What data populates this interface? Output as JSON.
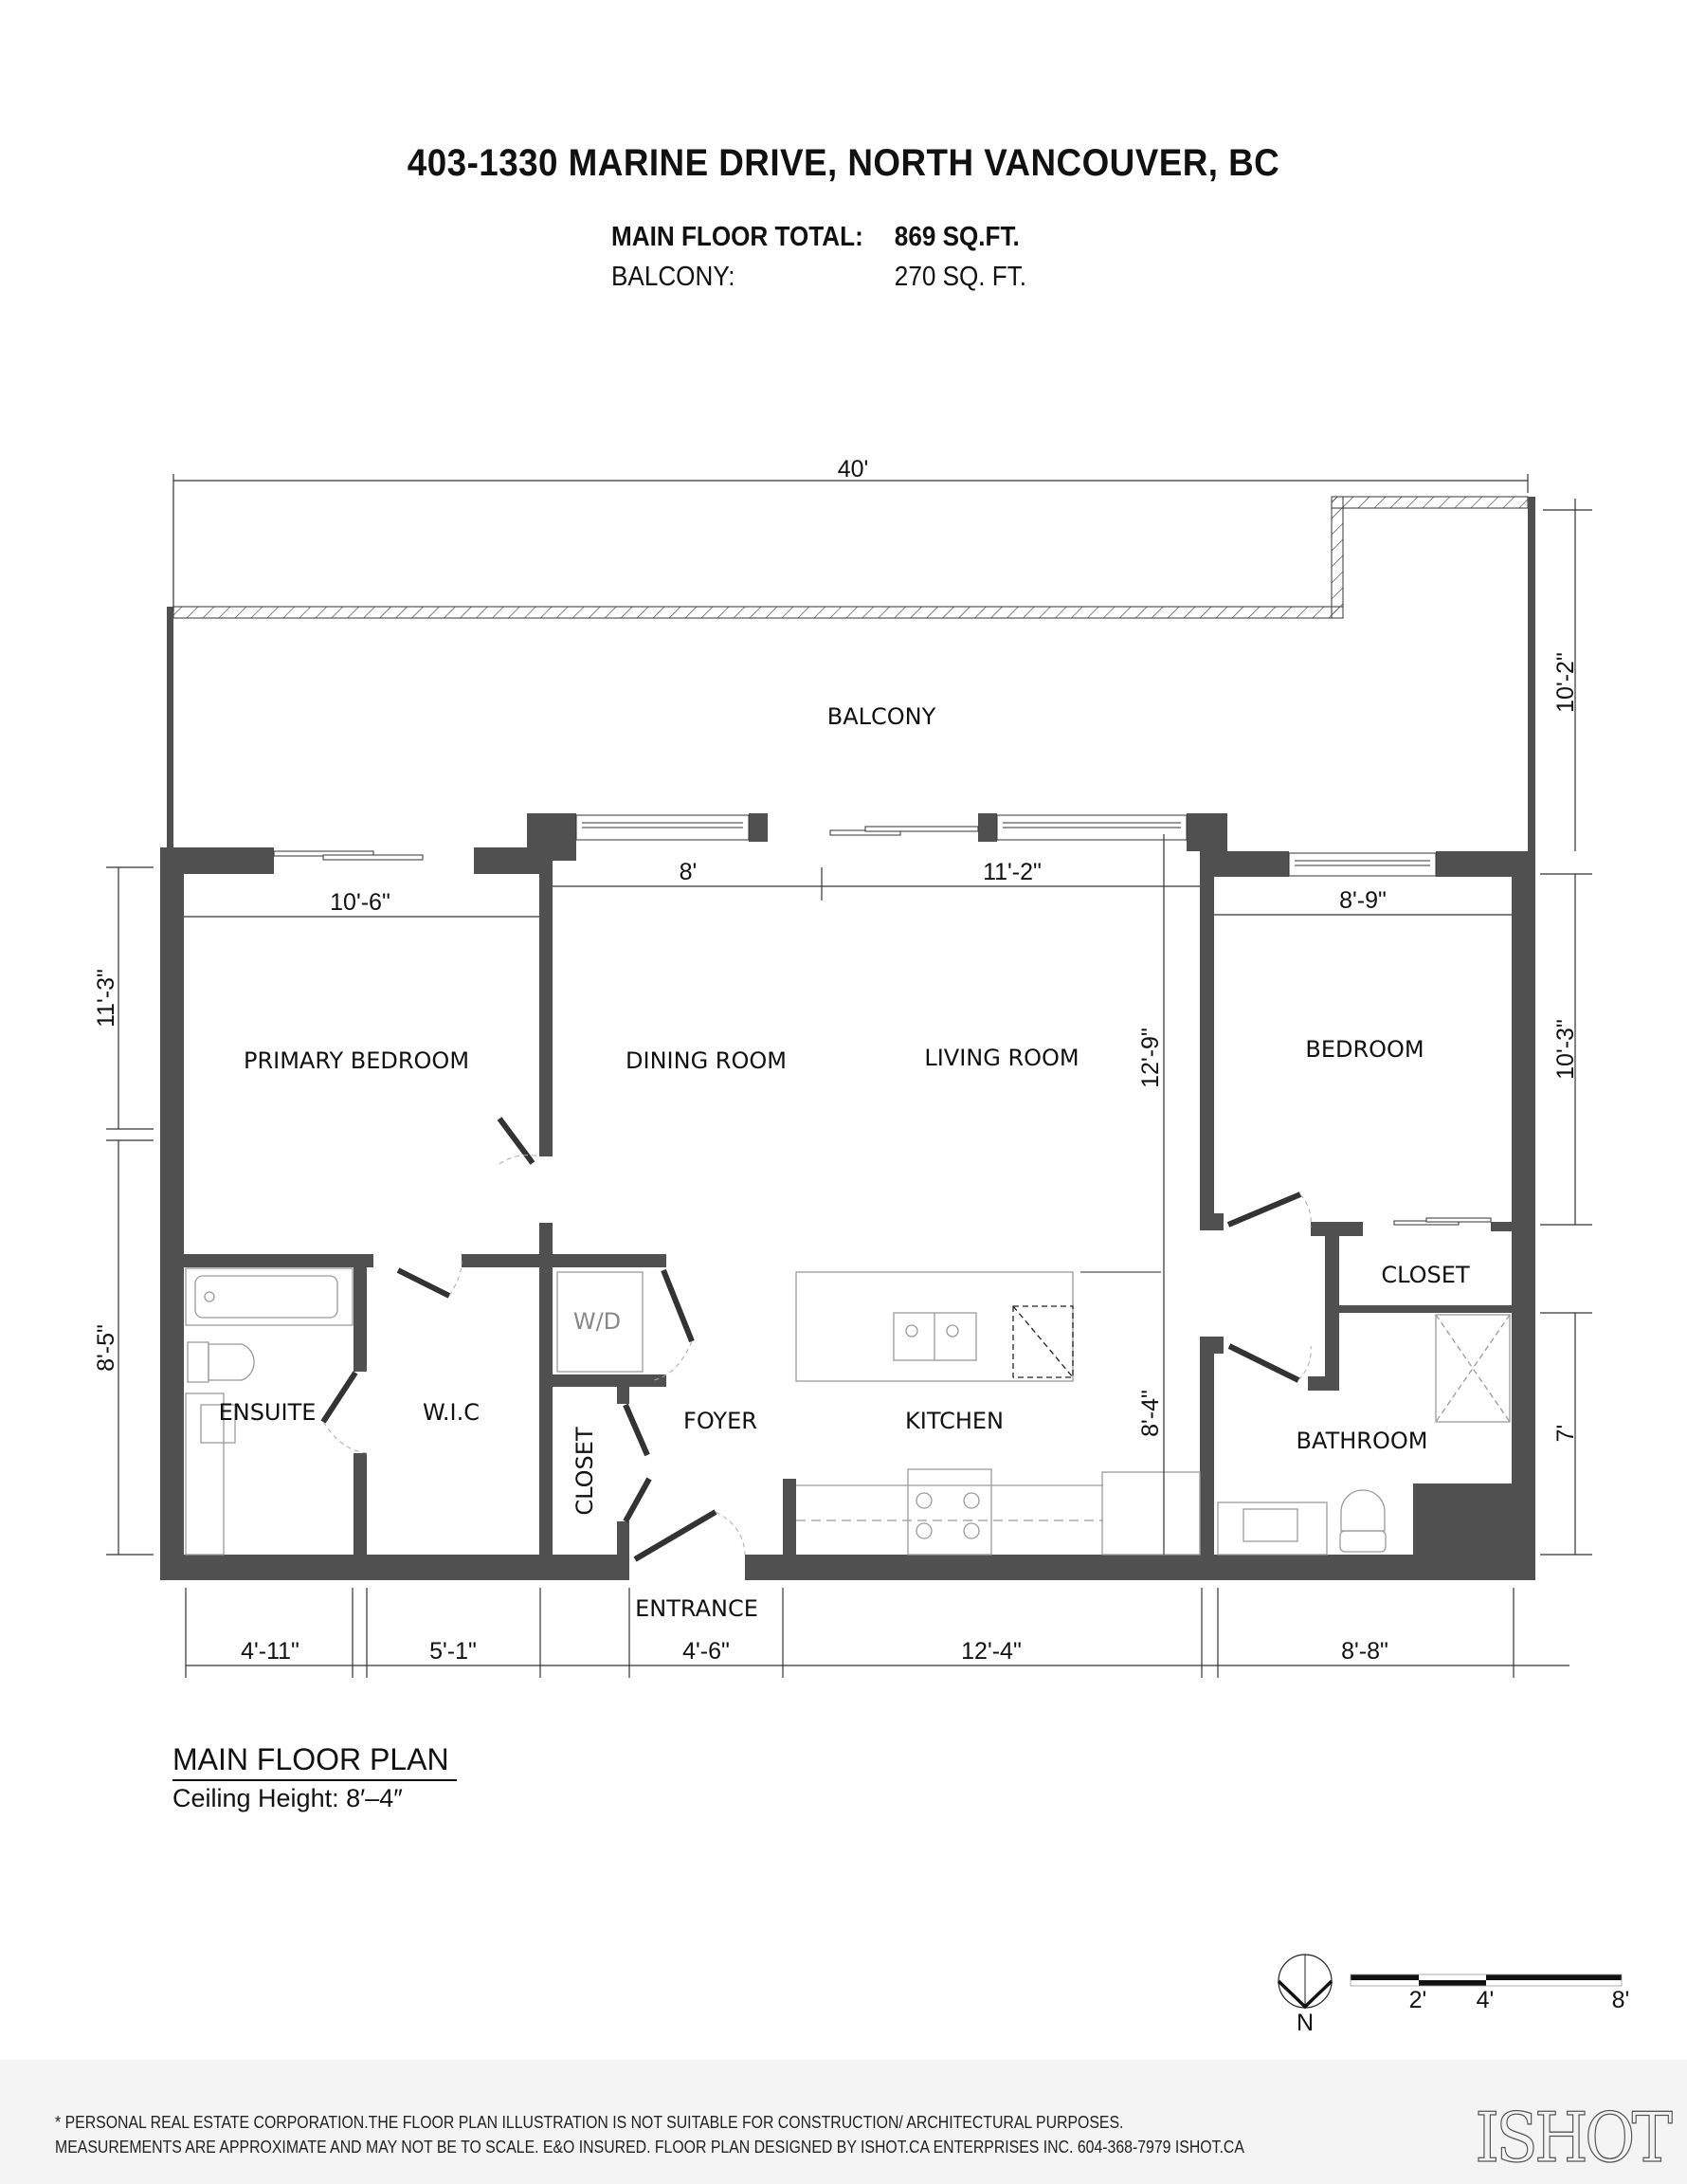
{
  "header": {
    "address": "403-1330 MARINE DRIVE, NORTH VANCOUVER, BC",
    "main_floor_label": "MAIN FLOOR TOTAL:",
    "main_floor_value": "869 SQ.FT.",
    "balcony_label": "BALCONY:",
    "balcony_value": "270 SQ. FT."
  },
  "rooms": {
    "balcony": "BALCONY",
    "primary_bedroom": "PRIMARY BEDROOM",
    "dining_room": "DINING ROOM",
    "living_room": "LIVING ROOM",
    "bedroom": "BEDROOM",
    "closet_bedroom": "CLOSET",
    "ensuite": "ENSUITE",
    "wic": "W.I.C",
    "wd": "W/D",
    "closet_foyer": "CLOSET",
    "foyer": "FOYER",
    "kitchen": "KITCHEN",
    "bathroom": "BATHROOM",
    "entrance": "ENTRANCE"
  },
  "dimensions": {
    "overall_width": "40'",
    "balcony_depth": "10'-2\"",
    "primary_bedroom_width": "10'-6\"",
    "dining_width": "8'",
    "living_width": "11'-2\"",
    "bedroom_width": "8'-9\"",
    "primary_bedroom_depth": "11'-3\"",
    "ensuite_depth": "8'-5\"",
    "living_depth": "12'-9\"",
    "kitchen_depth": "8'-4\"",
    "bedroom_depth": "10'-3\"",
    "bathroom_depth": "7'",
    "ensuite_width": "4'-11\"",
    "wic_width": "5'-1\"",
    "foyer_width": "4'-6\"",
    "kitchen_width": "12'-4\"",
    "bathroom_width": "8'-8\""
  },
  "legend": {
    "title": "MAIN FLOOR PLAN",
    "ceiling": "Ceiling Height: 8′–4″"
  },
  "scale_bar": {
    "north_label": "N",
    "ticks": [
      "2'",
      "4'",
      "8'"
    ]
  },
  "footer": {
    "line1": "* PERSONAL REAL ESTATE CORPORATION.THE FLOOR PLAN ILLUSTRATION IS NOT SUITABLE FOR CONSTRUCTION/ ARCHITECTURAL PURPOSES.",
    "line2": "MEASUREMENTS ARE APPROXIMATE AND MAY NOT BE TO SCALE. E&O INSURED. FLOOR PLAN DESIGNED BY ISHOT.CA ENTERPRISES INC. 604-368-7979  ISHOT.CA",
    "logo": "ISHOT"
  },
  "colors": {
    "wall": "#505050",
    "fixture": "#9a9a9a",
    "footer_bg": "#f4f4f4"
  }
}
